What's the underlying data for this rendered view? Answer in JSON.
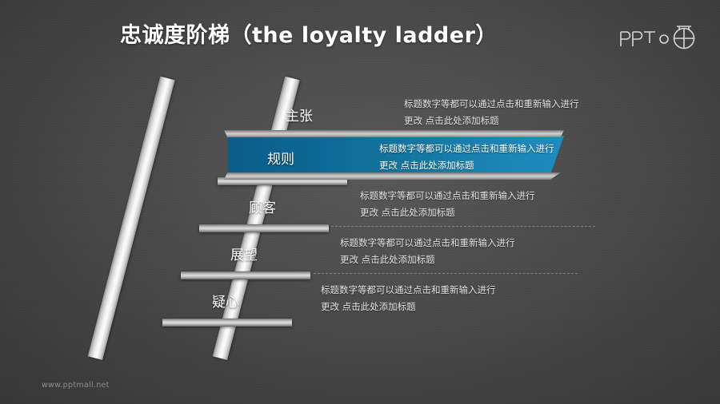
{
  "slide": {
    "title": "忠诚度阶梯（the loyalty ladder）",
    "footer": "www.pptmall.net",
    "background_color": "#3f3f3f",
    "accent_color": "#13759f"
  },
  "logo": {
    "name": "pptmall-logo",
    "wordmark": "PPT",
    "mark": "o",
    "symbol": "circle-crosshair-icon"
  },
  "ladder": {
    "rail_color": "#f4f4f4",
    "rung_color": "#cfcfcf",
    "rung_count": 4,
    "steps": [
      {
        "label": "主张",
        "highlighted": false,
        "description_line1": "标题数字等都可以通过点击和重新输入进行",
        "description_line2": "更改 点击此处添加标题"
      },
      {
        "label": "规则",
        "highlighted": true,
        "description_line1": "标题数字等都可以通过点击和重新输入进行",
        "description_line2": "更改 点击此处添加标题"
      },
      {
        "label": "顾客",
        "highlighted": false,
        "description_line1": "标题数字等都可以通过点击和重新输入进行",
        "description_line2": "更改 点击此处添加标题"
      },
      {
        "label": "展望",
        "highlighted": false,
        "description_line1": "标题数字等都可以通过点击和重新输入进行",
        "description_line2": "更改 点击此处添加标题"
      },
      {
        "label": "疑心",
        "highlighted": false,
        "description_line1": "标题数字等都可以通过点击和重新输入进行",
        "description_line2": "更改 点击此处添加标题"
      }
    ]
  }
}
